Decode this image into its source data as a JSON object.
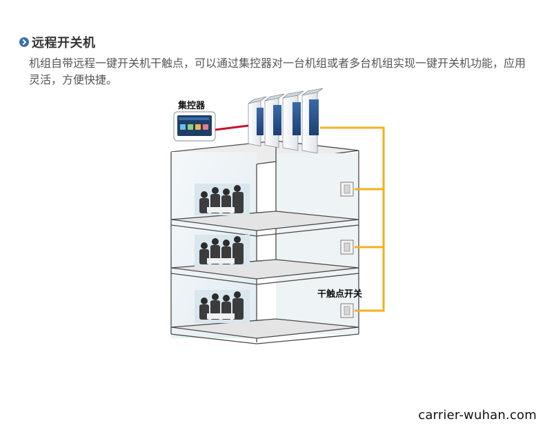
{
  "header": {
    "title": "远程开关机",
    "description": "机组自带远程一键开关机干触点，可以通过集控器对一台机组或者多台机组实现一键开关机功能，应用灵活，方便快捷。"
  },
  "diagram": {
    "controller_label": "集控器",
    "switch_label": "干触点开关",
    "floors": 3,
    "colors": {
      "wire_red": "#c8102e",
      "wire_yellow": "#f2b21c",
      "accent": "#3d6fb0"
    }
  },
  "watermark": "carrier-wuhan.com"
}
